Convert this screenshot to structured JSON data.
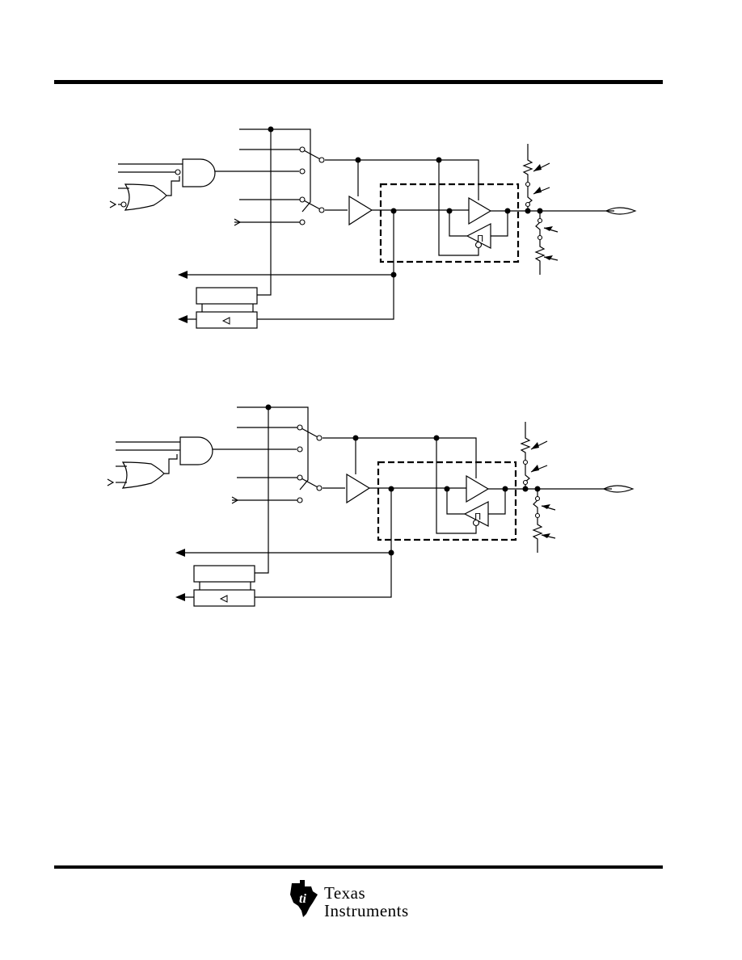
{
  "header": {
    "rule": "top-rule"
  },
  "schematics": [
    {
      "id": "bidirectional-cell-1",
      "schmitt_label": "Π"
    },
    {
      "id": "bidirectional-cell-2",
      "schmitt_label": "Π"
    }
  ],
  "footer": {
    "logo_line1": "Texas",
    "logo_line2": "Instruments",
    "logo_icon": "ti-state-logo-icon"
  },
  "colors": {
    "ink": "#000000",
    "paper": "#ffffff"
  }
}
